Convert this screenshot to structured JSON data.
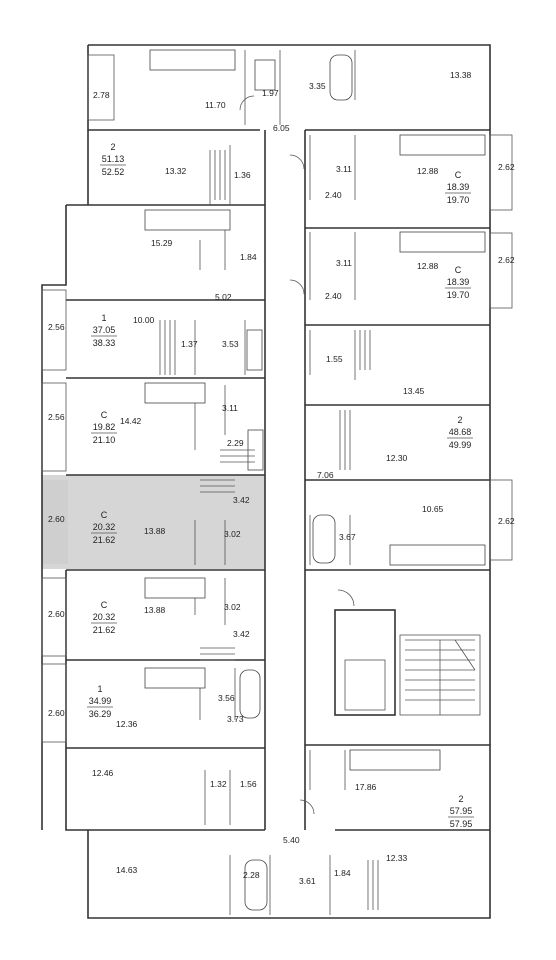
{
  "areas": {
    "a1": "2.78",
    "a2": "11.70",
    "a3": "1.97",
    "a4": "3.35",
    "a5": "13.38",
    "a6": "6.05",
    "a7": "13.32",
    "a8": "1.36",
    "a9": "3.11",
    "a10": "12.88",
    "a11": "2.62",
    "a12": "2.40",
    "a13": "15.29",
    "a14": "1.84",
    "a15": "3.11",
    "a16": "12.88",
    "a17": "2.62",
    "a18": "5.02",
    "a19": "2.40",
    "a20": "2.56",
    "a21": "10.00",
    "a22": "1.37",
    "a23": "3.53",
    "a24": "1.55",
    "a25": "13.45",
    "a26": "2.56",
    "a27": "14.42",
    "a28": "3.11",
    "a29": "2.29",
    "a30": "12.30",
    "a31": "3.42",
    "a32": "7.06",
    "a33": "2.60",
    "a34": "13.88",
    "a35": "3.02",
    "a36": "10.65",
    "a37": "2.62",
    "a38": "3.67",
    "a39": "2.60",
    "a40": "13.88",
    "a41": "3.02",
    "a42": "3.42",
    "a43": "2.60",
    "a44": "3.56",
    "a45": "12.36",
    "a46": "3.73",
    "a47": "17.86",
    "a48": "12.46",
    "a49": "1.32",
    "a50": "1.56",
    "a51": "5.40",
    "a52": "14.63",
    "a53": "2.28",
    "a54": "3.61",
    "a55": "1.84",
    "a56": "12.33"
  },
  "apartments": [
    {
      "rooms": "2",
      "total": "51.13",
      "with_balcony": "52.52"
    },
    {
      "rooms": "С",
      "total": "18.39",
      "with_balcony": "19.70"
    },
    {
      "rooms": "С",
      "total": "18.39",
      "with_balcony": "19.70"
    },
    {
      "rooms": "1",
      "total": "37.05",
      "with_balcony": "38.33"
    },
    {
      "rooms": "С",
      "total": "19.82",
      "with_balcony": "21.10"
    },
    {
      "rooms": "2",
      "total": "48.68",
      "with_balcony": "49.99"
    },
    {
      "rooms": "С",
      "total": "20.32",
      "with_balcony": "21.62"
    },
    {
      "rooms": "С",
      "total": "20.32",
      "with_balcony": "21.62"
    },
    {
      "rooms": "1",
      "total": "34.99",
      "with_balcony": "36.29"
    },
    {
      "rooms": "2",
      "total": "57.95",
      "with_balcony": "57.95"
    }
  ],
  "colors": {
    "highlight": "#d6d6d6",
    "wall": "#333333"
  }
}
